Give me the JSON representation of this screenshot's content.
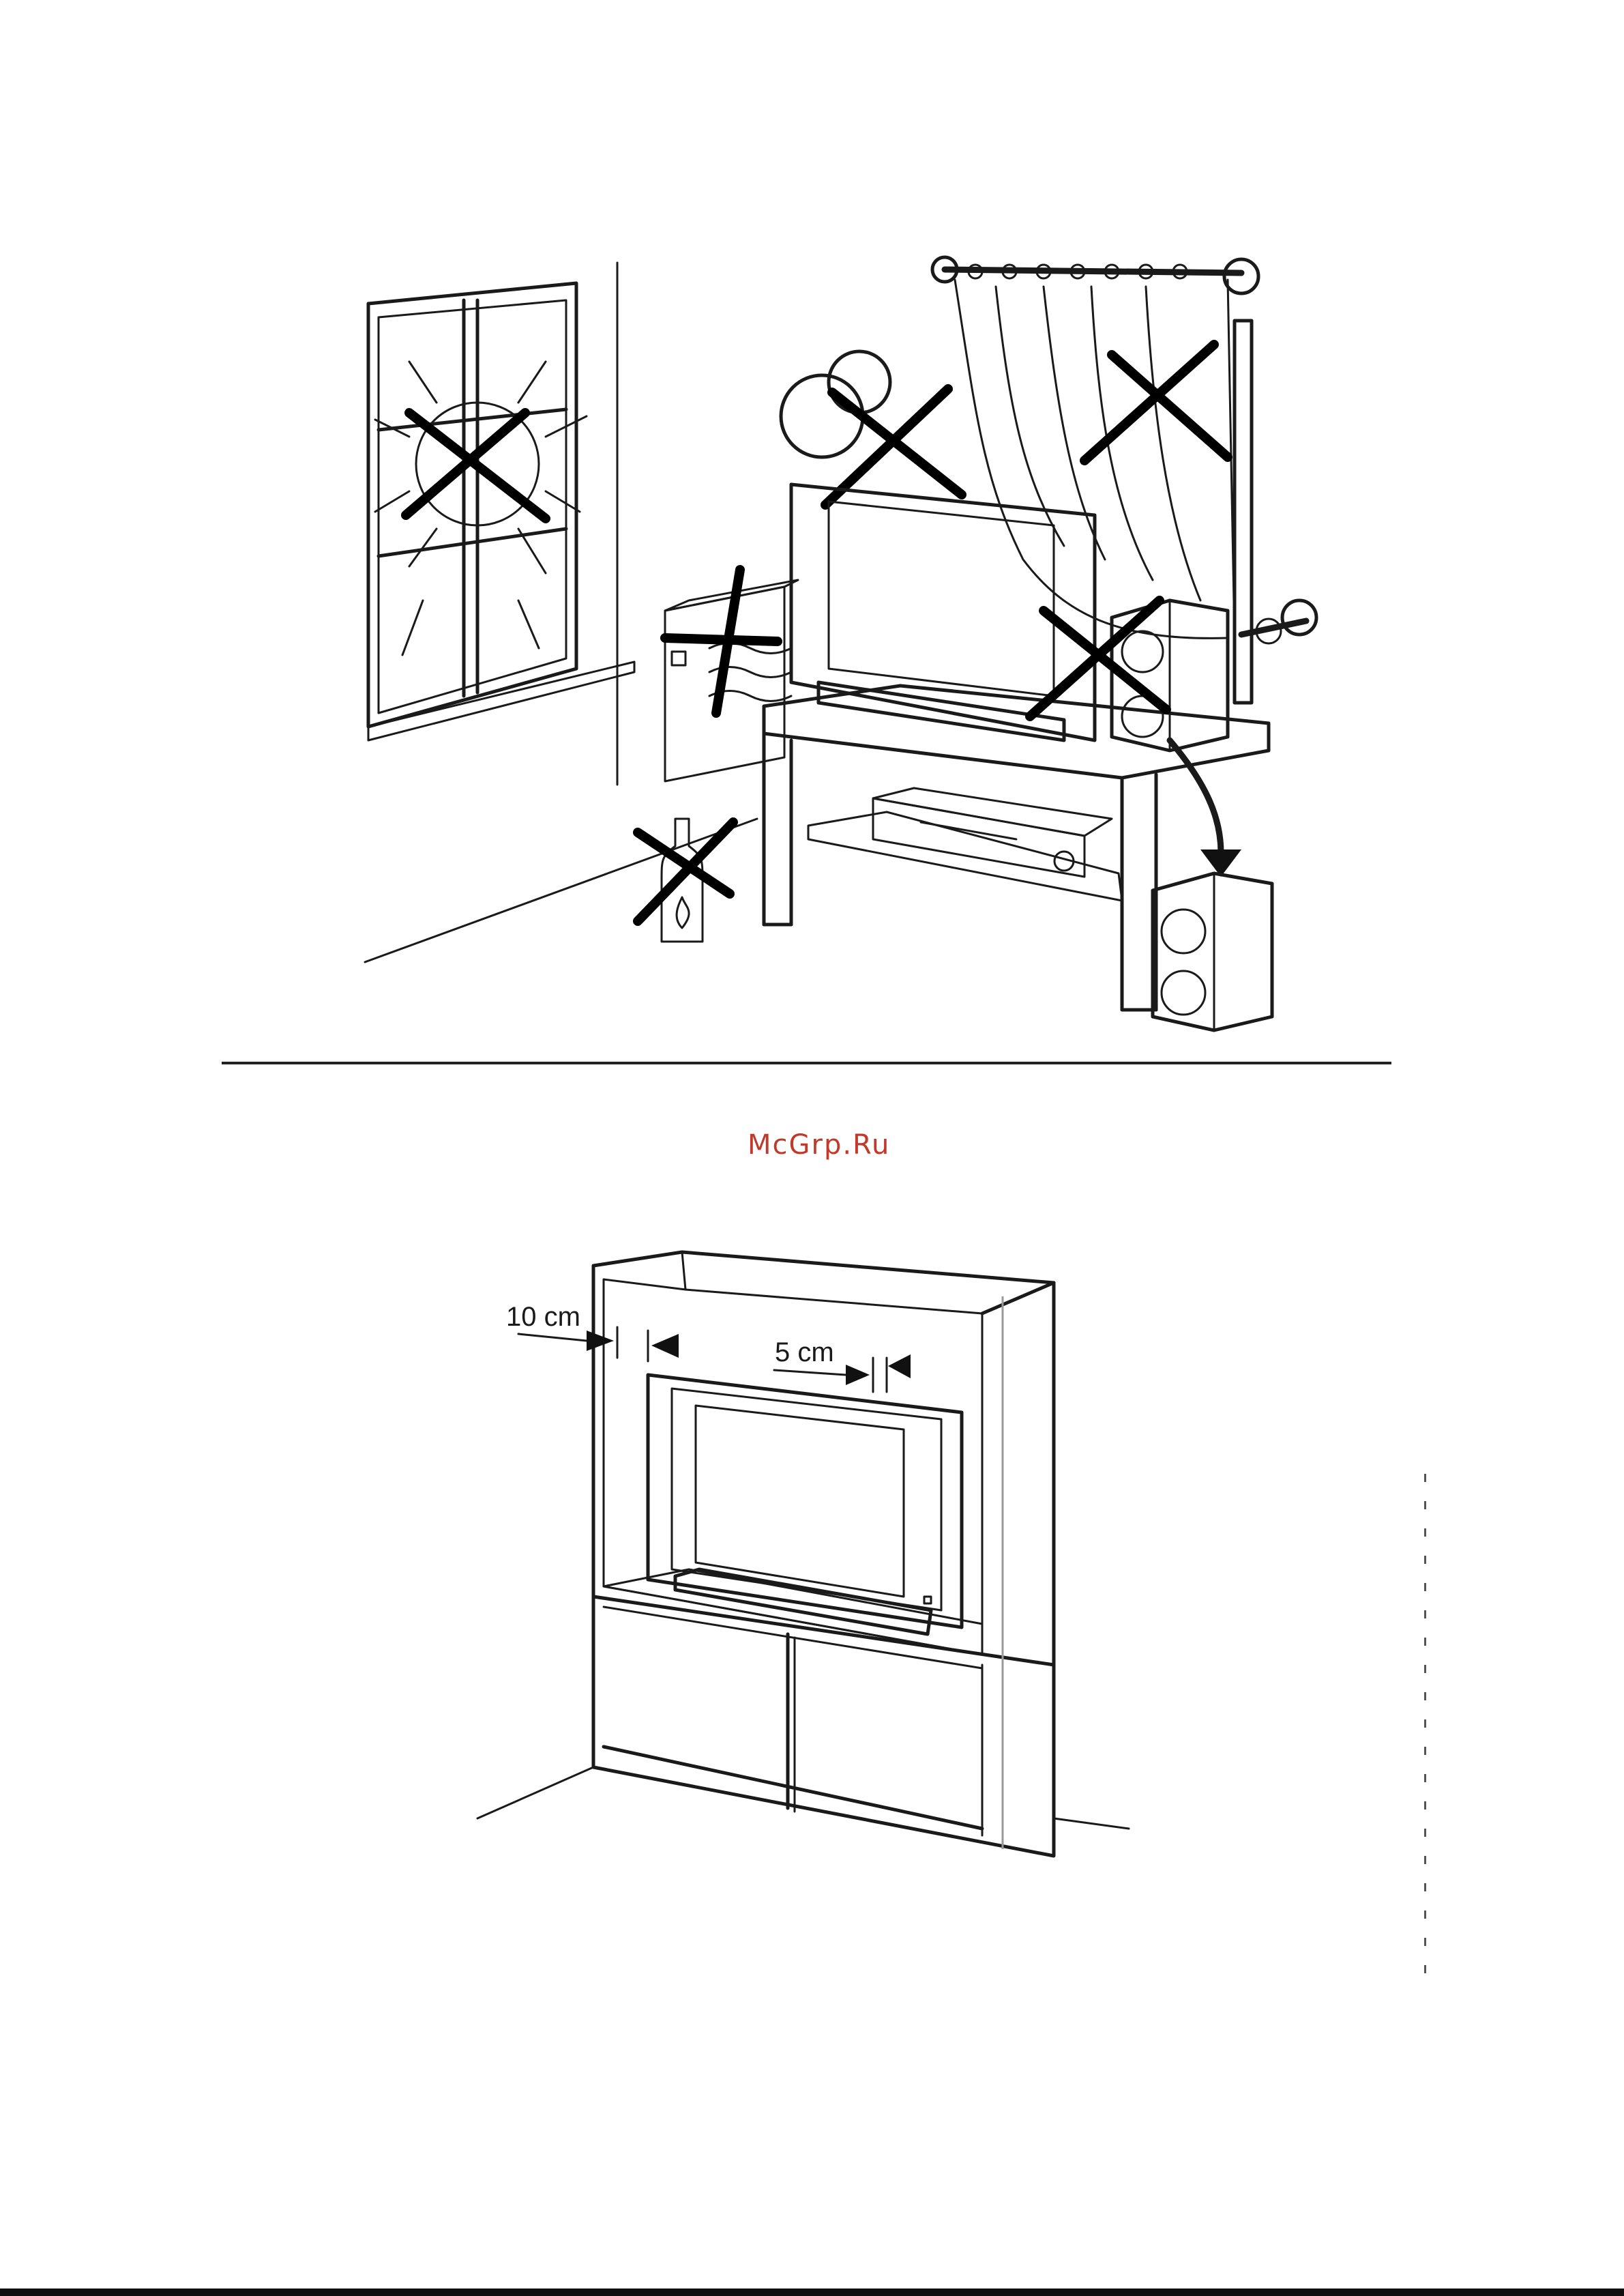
{
  "watermark": {
    "text": "McGrp.Ru",
    "color": "#c0392b"
  },
  "figure_placement": {
    "icons": [
      "window-sun-icon",
      "heater-icon",
      "lamp-icon",
      "curtain-icon",
      "speaker-icon",
      "flammable-bottle-icon",
      "tv-cabinet-icon"
    ],
    "cross_color": "#000000"
  },
  "figure_clearance": {
    "side_clearance_label": "10 cm",
    "top_clearance_label": "5 cm"
  }
}
